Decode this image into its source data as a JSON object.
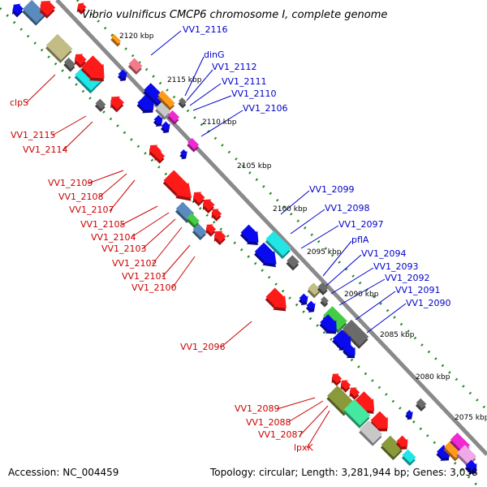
{
  "map": {
    "title": "Vibrio vulnificus CMCP6 chromosome I, complete genome",
    "accession": "Accession: NC_004459",
    "topology": "Topology: circular; Length: 3,281,944 bp; Genes: 3,038",
    "colors": {
      "backbone": "#8a8a8a",
      "tick": "#228b22",
      "forward_label": "#0000cc",
      "reverse_label": "#cc0000"
    },
    "kbp_ticks": [
      "2120 kbp",
      "2115 kbp",
      "2110 kbp",
      "2105 kbp",
      "2100 kbp",
      "2095 kbp",
      "2090 kbp",
      "2085 kbp",
      "2080 kbp",
      "2075 kbp"
    ],
    "forward_labels": [
      "VV1_2116",
      "dinG",
      "VV1_2112",
      "VV1_2111",
      "VV1_2110",
      "VV1_2106",
      "VV1_2099",
      "VV1_2098",
      "VV1_2097",
      "pflA",
      "VV1_2094",
      "VV1_2093",
      "VV1_2092",
      "VV1_2091",
      "VV1_2090"
    ],
    "reverse_labels": [
      "clpS",
      "VV1_2115",
      "VV1_2114",
      "VV1_2109",
      "VV1_2108",
      "VV1_2107",
      "VV1_2105",
      "VV1_2104",
      "VV1_2103",
      "VV1_2102",
      "VV1_2101",
      "VV1_2100",
      "VV1_2096",
      "VV1_2089",
      "VV1_2088",
      "VV1_2087",
      "lpxK"
    ]
  }
}
